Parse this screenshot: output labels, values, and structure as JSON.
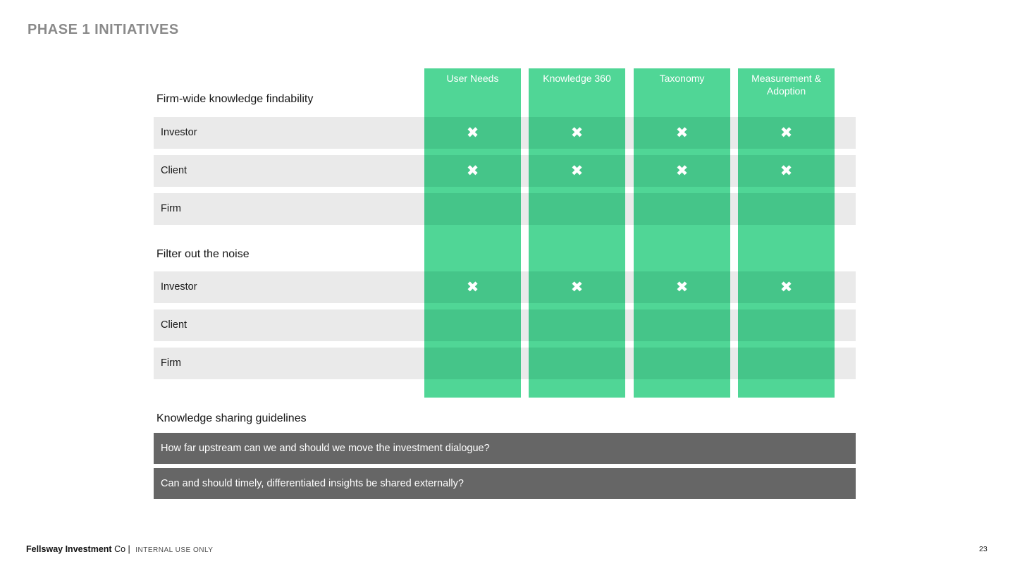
{
  "slide": {
    "title": "PHASE 1 INITIATIVES",
    "page_number": "23",
    "footer": {
      "company_bold": "Fellsway Investment",
      "company_rest": "Co |",
      "classification": "INTERNAL USE ONLY"
    }
  },
  "colors": {
    "column_green": "#50d696",
    "cell_green": "#45c589",
    "row_gray": "#eaeaea",
    "bar_gray": "#666666",
    "title_gray": "#8a8a8a"
  },
  "matrix": {
    "mark_glyph": "✖",
    "columns": [
      "User Needs",
      "Knowledge 360",
      "Taxonomy",
      "Measurement & Adoption"
    ],
    "sections": [
      {
        "heading": "Firm-wide knowledge findability",
        "rows": [
          {
            "label": "Investor",
            "cells": [
              "✖",
              "✖",
              "✖",
              "✖"
            ]
          },
          {
            "label": "Client",
            "cells": [
              "✖",
              "✖",
              "✖",
              "✖"
            ]
          },
          {
            "label": "Firm",
            "cells": [
              "",
              "",
              "",
              ""
            ]
          }
        ]
      },
      {
        "heading": "Filter out the noise",
        "rows": [
          {
            "label": "Investor",
            "cells": [
              "✖",
              "✖",
              "✖",
              "✖"
            ]
          },
          {
            "label": "Client",
            "cells": [
              "",
              "",
              "",
              ""
            ]
          },
          {
            "label": "Firm",
            "cells": [
              "",
              "",
              "",
              ""
            ]
          }
        ]
      }
    ]
  },
  "guidelines": {
    "heading": "Knowledge sharing guidelines",
    "items": [
      "How far upstream can we and should we move the investment dialogue?",
      "Can and should timely, differentiated insights be shared externally?"
    ]
  }
}
